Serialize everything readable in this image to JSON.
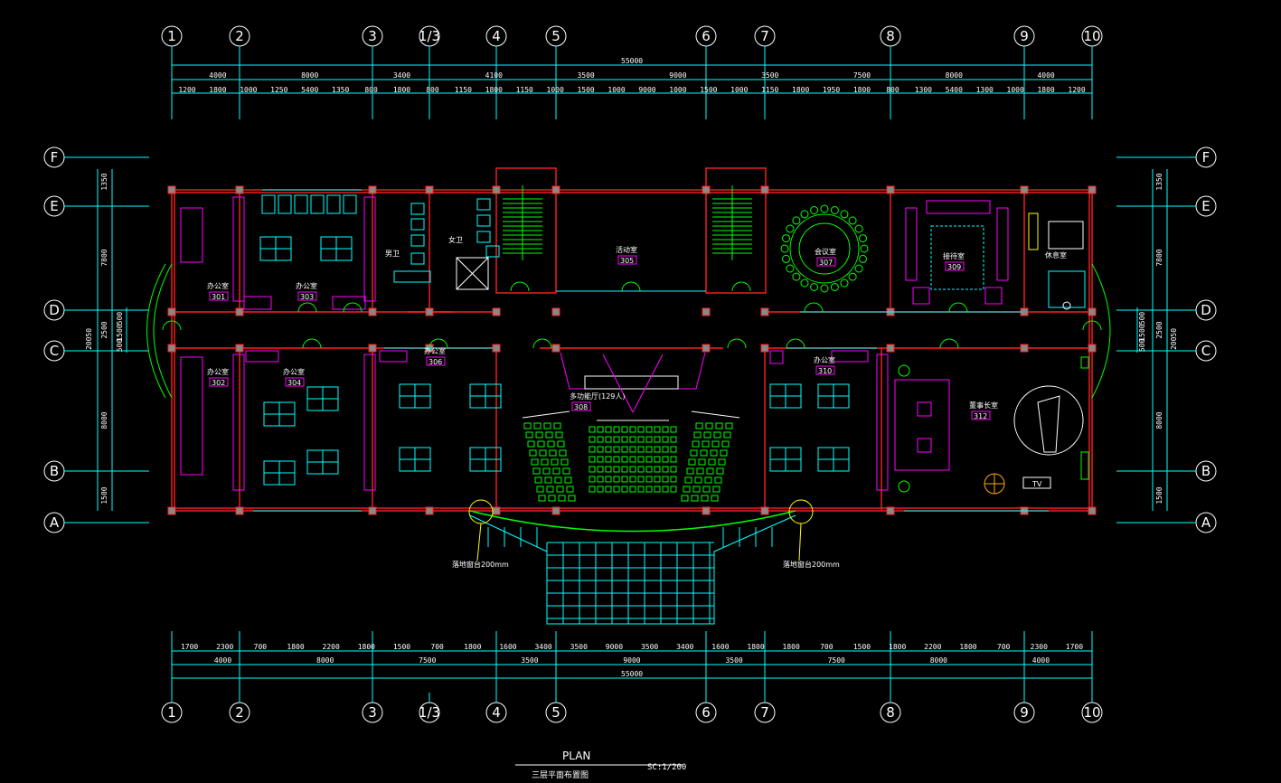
{
  "axes_top": [
    "1",
    "2",
    "3",
    "1/3",
    "4",
    "5",
    "6",
    "7",
    "8",
    "9",
    "10"
  ],
  "axes_side": [
    "F",
    "E",
    "D",
    "C",
    "B",
    "A"
  ],
  "dims_top_total": "55000",
  "dims_top_row2": [
    "4000",
    "8000",
    "3400",
    "4100",
    "3500",
    "9000",
    "3500",
    "7500",
    "8000",
    "4000"
  ],
  "dims_top_row3": [
    "1200",
    "1800",
    "1000",
    "1250",
    "5400",
    "1350",
    "800",
    "1800",
    "800",
    "1150",
    "1800",
    "1150",
    "1000",
    "1500",
    "1000",
    "9000",
    "1000",
    "1500",
    "1000",
    "1150",
    "1800",
    "1950",
    "1800",
    "800",
    "1300",
    "5400",
    "1300",
    "1000",
    "1800",
    "1200"
  ],
  "dims_bottom_row1": [
    "1700",
    "2300",
    "700",
    "1800",
    "2200",
    "1800",
    "1500",
    "700",
    "1800",
    "1600",
    "3400",
    "3500",
    "9000",
    "3500",
    "3400",
    "1600",
    "1800",
    "1800",
    "700",
    "1500",
    "1800",
    "2200",
    "1800",
    "700",
    "2300",
    "1700"
  ],
  "dims_bottom_row2": [
    "4000",
    "8000",
    "7500",
    "3500",
    "9000",
    "3500",
    "7500",
    "8000",
    "4000"
  ],
  "dims_bottom_total": "55000",
  "dims_side_outer": [
    "1350",
    "7800",
    "2500",
    "8000",
    "1500"
  ],
  "dims_side_inner": [
    "500",
    "1500",
    "500"
  ],
  "dims_side_total": "20050",
  "rooms": [
    {
      "num": "301",
      "name": "办公室"
    },
    {
      "num": "302",
      "name": "办公室"
    },
    {
      "num": "303",
      "name": "办公室"
    },
    {
      "num": "304",
      "name": "办公室"
    },
    {
      "num": "305",
      "name": "活动室"
    },
    {
      "num": "306",
      "name": "办公室"
    },
    {
      "num": "307",
      "name": "会议室"
    },
    {
      "num": "308",
      "name": "多功能厅(129人)"
    },
    {
      "num": "309",
      "name": "接待室"
    },
    {
      "num": "310",
      "name": "办公室"
    },
    {
      "num": "312",
      "name": "董事长室"
    }
  ],
  "other_labels": {
    "toilet_m": "男卫",
    "toilet_f": "女卫",
    "suite": "休息室",
    "tv": "TV",
    "glass_left": "落地窗台200mm",
    "glass_right": "落地窗台200mm"
  },
  "title": {
    "plan": "PLAN",
    "subtitle": "三层平面布置图",
    "scale": "SC:1/200"
  },
  "colors": {
    "wall": "#ff2020",
    "dimension": "#00ffff",
    "furniture": "#00ffff",
    "fixtures": "#ff00ff",
    "doors": "#00ff00"
  }
}
